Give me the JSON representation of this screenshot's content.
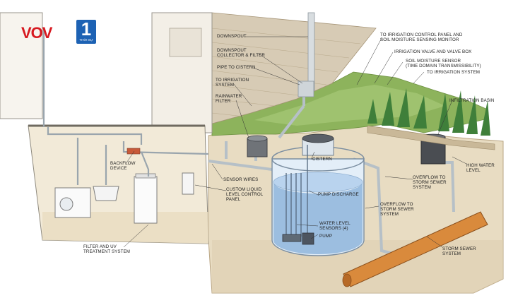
{
  "logo": {
    "brand": "VOV",
    "channel": "1",
    "tagline": "THỜI SỰ"
  },
  "labels": {
    "downspout": "DOWNSPOUT",
    "downspout_filter": "DOWNSPOUT\nCOLLECTOR & FILTER",
    "pipe_cistern": "PIPE TO CISTERN",
    "to_irrigation_left": "TO IRRIGATION\nSYSTEM",
    "rainwater_filter": "RAINWATER\nFILTER",
    "control_panel": "TO IRRIGATION CONTROL PANEL AND\nSOIL MOISTURE SENSING MONITOR",
    "valve_box": "IRRIGATION VALVE AND VALVE BOX",
    "moisture_sensor": "SOIL MOISTURE SENSOR\n(TIME DOMAIN TRANSMISSIBILITY)",
    "to_irrigation_right": "TO IRRIGATION SYSTEM",
    "infiltration_basin": "INFILTRATION BASIN",
    "high_water": "HIGH WATER\nLEVEL",
    "overflow_upper": "OVERFLOW TO\nSTORM SEWER\nSYSTEM",
    "overflow_lower": "OVERFLOW TO\nSTORM SEWER\nSYSTEM",
    "backflow": "BACKFLOW\nDEVICE",
    "sensor_wires": "SENSOR WIRES",
    "liquid_panel": "CUSTOM LIQUID\nLEVEL CONTROL\nPANEL",
    "cistern": "CISTERN",
    "pump_discharge": "PUMP DISCHARGE",
    "water_sensors": "WATER LEVEL\nSENSORS (4)",
    "pump": "PUMP",
    "filter_uv": "FILTER AND UV\nTREATMENT SYSTEM",
    "storm_sewer": "STORM SEWER\nSYSTEM"
  }
}
